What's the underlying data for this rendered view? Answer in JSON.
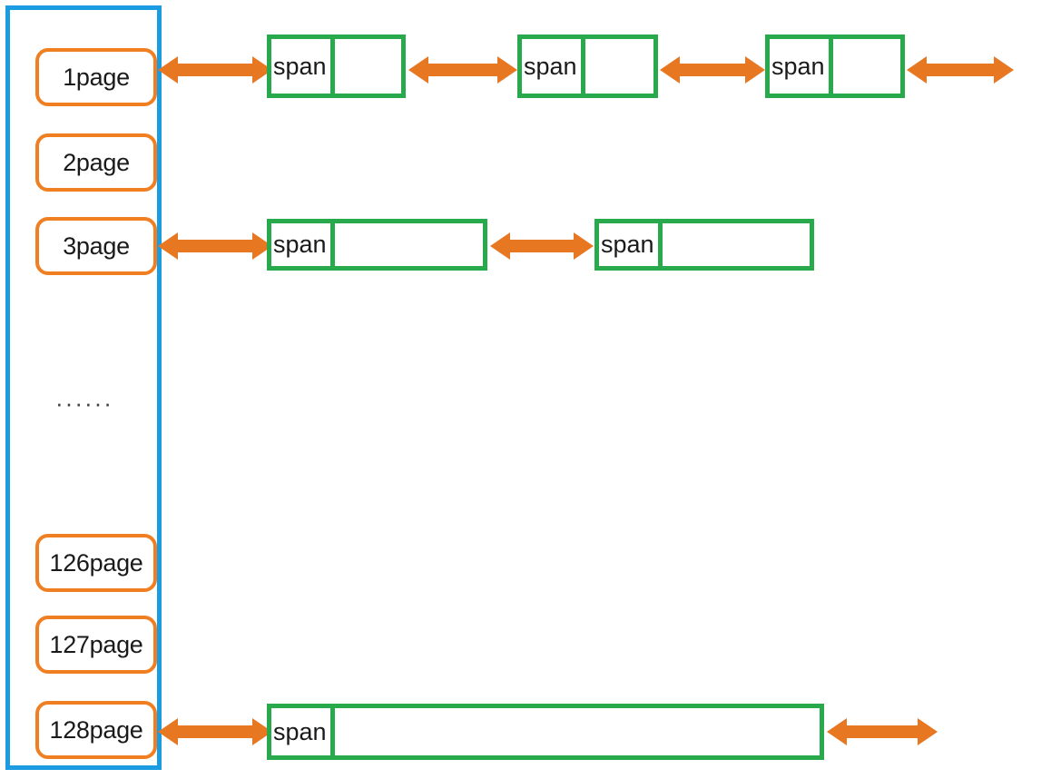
{
  "diagram": {
    "title": "page-to-span mapping diagram",
    "colors": {
      "container_border": "#1B9BE0",
      "page_box_border": "#F07F22",
      "span_border": "#28A94B",
      "arrow": "#E87722",
      "background": "#FFFFFF",
      "text": "#1A1A1A"
    }
  },
  "page_table": {
    "name": "page-list",
    "pages": [
      {
        "label": "1page"
      },
      {
        "label": "2page"
      },
      {
        "label": "3page"
      },
      {
        "label": "126page"
      },
      {
        "label": "127page"
      },
      {
        "label": "128page"
      }
    ],
    "ellipsis": "······"
  },
  "span_rows": [
    {
      "row_name": "row-page-1",
      "spans": [
        {
          "label": "span"
        },
        {
          "label": "span"
        },
        {
          "label": "span"
        }
      ]
    },
    {
      "row_name": "row-page-3",
      "spans": [
        {
          "label": "span"
        },
        {
          "label": "span"
        }
      ]
    },
    {
      "row_name": "row-page-128",
      "spans": [
        {
          "label": "span"
        }
      ]
    }
  ]
}
